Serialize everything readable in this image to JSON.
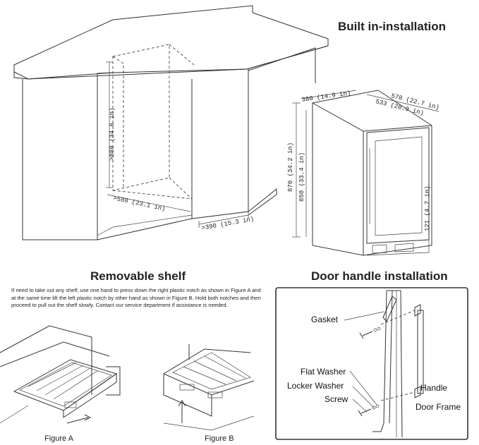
{
  "titles": {
    "builtin": "Built in-installation",
    "shelf": "Removable shelf",
    "door": "Door handle installation"
  },
  "dimensions": {
    "cab_height": ">880 (34.6 in)",
    "cab_depth": ">588 (23.1 in)",
    "cab_width": ">390 (15.3 in)",
    "unit_width": "380 (14.9 in)",
    "unit_depth_total": "578 (22.7 in)",
    "unit_depth_body": "533 (20.9 in)",
    "unit_height_max": "870 (34.2 in)",
    "unit_height_min": "850 (33.4 in)",
    "door_height_offset": "121 (4.7 in)"
  },
  "shelf_instructions": "If need to take out any shelf, use one hand to press down the right plastic notch as shown in Figure A and at the same time lift the left plastic notch by other hand as shown in Figure B. Hold both notches and then proceed to pull out the shelf slowly. Contact our service department if assistance is needed.",
  "figures": {
    "a": "Figure A",
    "b": "Figure B"
  },
  "door_parts": {
    "gasket": "Gasket",
    "flat_washer": "Flat Washer",
    "locker_washer": "Locker Washer",
    "screw": "Screw",
    "handle": "Handle",
    "door_frame": "Door Frame"
  }
}
